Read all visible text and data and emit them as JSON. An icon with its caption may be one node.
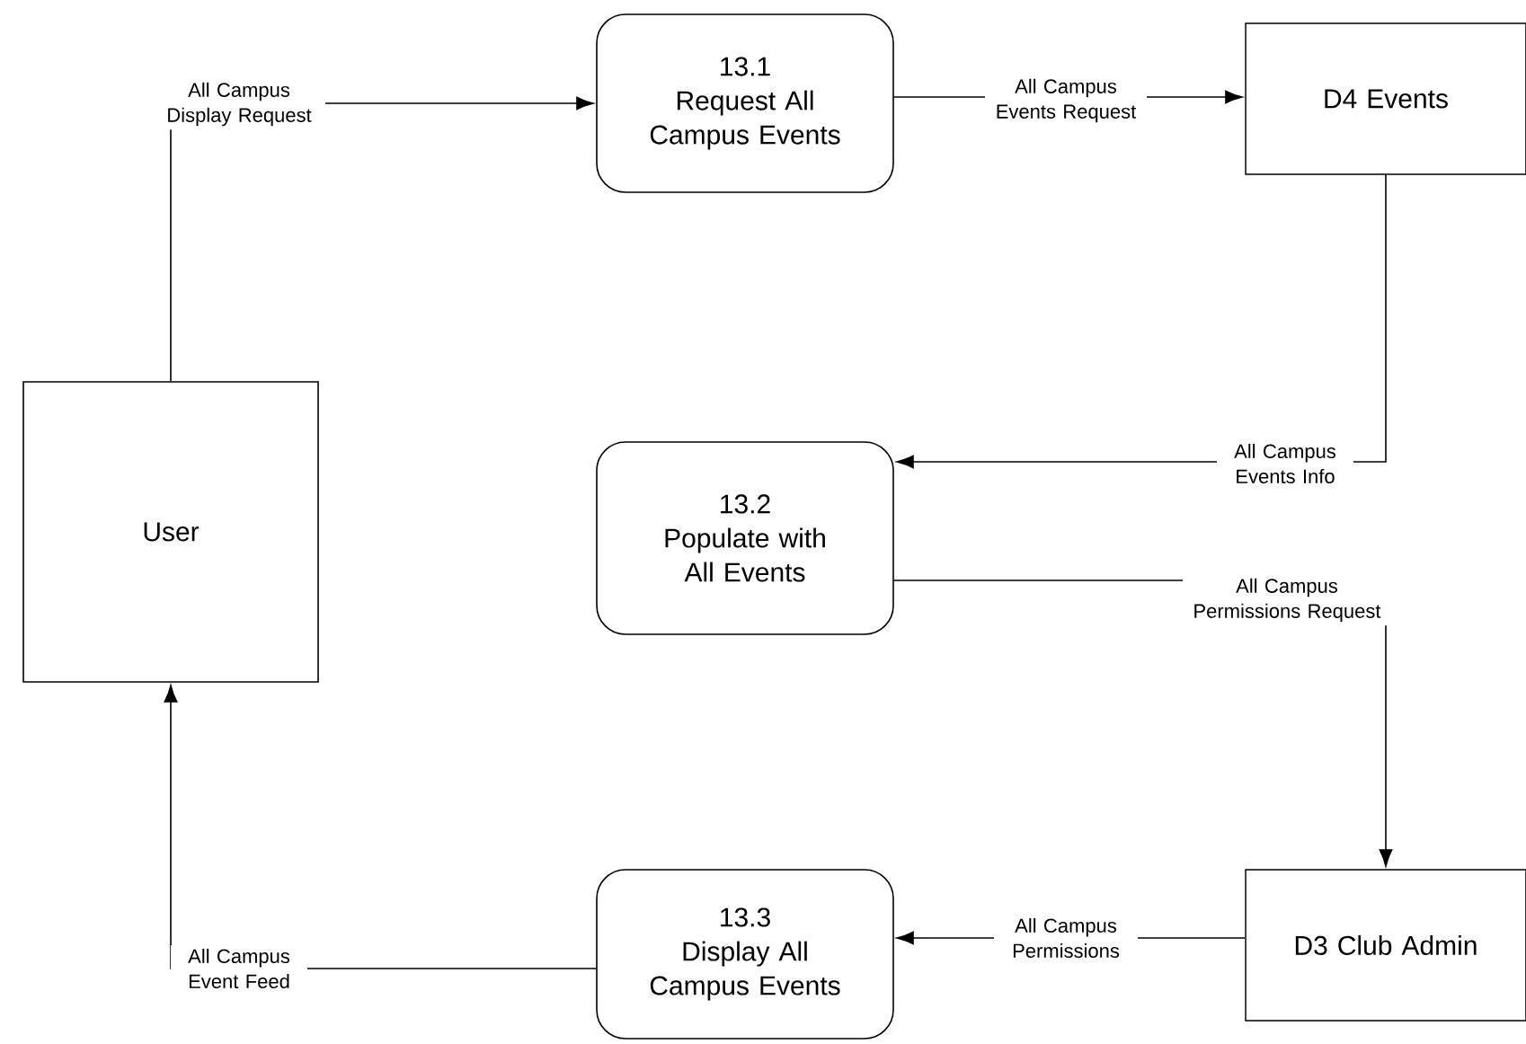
{
  "diagram": {
    "nodes": [
      {
        "text": [
          "User"
        ]
      },
      {
        "text": [
          "13.1",
          "Request All Campus Events"
        ]
      },
      {
        "text": [
          "D4 Events"
        ]
      },
      {
        "text": [
          "13.2",
          "Populate with All Events"
        ]
      },
      {
        "text": [
          "D3 Club Admin"
        ]
      },
      {
        "text": [
          "13.3",
          "Display All Campus Events"
        ]
      }
    ],
    "edges": [
      {
        "from": 0,
        "to": 1,
        "arrow": "to",
        "label": "All Campus Display Request"
      },
      {
        "from": 1,
        "to": 2,
        "arrow": "to",
        "label": "All Campus Events Request"
      },
      {
        "from": 2,
        "to": 3,
        "arrow": "to",
        "label": "All Campus Events Info"
      },
      {
        "from": 3,
        "to": 4,
        "arrow": "to",
        "label": "All Campus Permissions Request"
      },
      {
        "from": 4,
        "to": 5,
        "arrow": "to",
        "label": "All Campus Permissions"
      },
      {
        "from": 5,
        "to": 0,
        "arrow": "to",
        "label": "All Campus Event Feed"
      }
    ]
  }
}
